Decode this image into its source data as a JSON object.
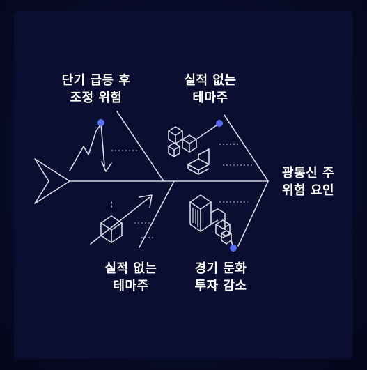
{
  "head": {
    "line1": "광통신 주",
    "line2": "위험 요인"
  },
  "causes": [
    {
      "id": "top-left",
      "line1": "단기 급등 후",
      "line2": "조정 위험"
    },
    {
      "id": "top-right",
      "line1": "실적 없는",
      "line2": "테마주"
    },
    {
      "id": "bottom-left",
      "line1": "실적 없는",
      "line2": "테마주"
    },
    {
      "id": "bottom-right",
      "line1": "경기 둔화",
      "line2": "투자 감소"
    }
  ],
  "colors": {
    "background": "#0a0e30",
    "line": "#d7d9e6",
    "dot": "#5a6cf0",
    "text": "#ffffff"
  },
  "icons": [
    "zigzag-arrow-icon",
    "cubes-icon",
    "cube-arrow-icon",
    "buildings-icon"
  ]
}
